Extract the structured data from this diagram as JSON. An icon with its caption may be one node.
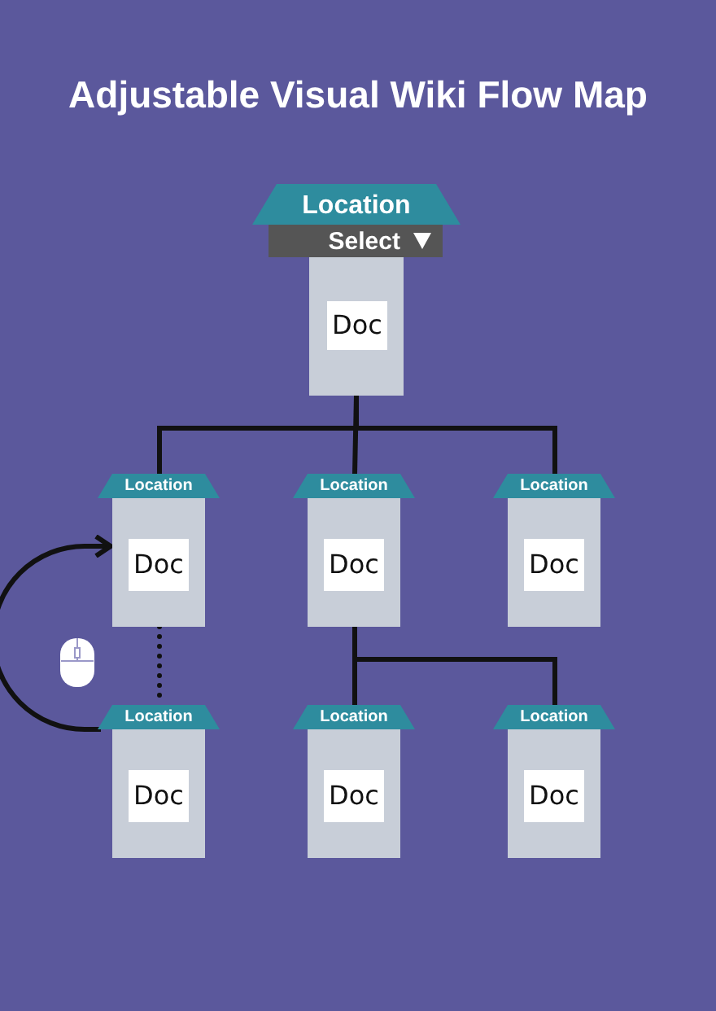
{
  "diagram": {
    "title": "Adjustable Visual Wiki Flow Map",
    "nodes": [
      {
        "text": [
          "Location",
          "Select",
          "Doc"
        ]
      },
      {
        "text": [
          "Location",
          "Doc"
        ]
      },
      {
        "text": [
          "Location",
          "Doc"
        ]
      },
      {
        "text": [
          "Location",
          "Doc"
        ]
      },
      {
        "text": [
          "Location",
          "Doc"
        ]
      },
      {
        "text": [
          "Location",
          "Doc"
        ]
      },
      {
        "text": [
          "Location",
          "Doc"
        ]
      }
    ],
    "edges": [
      {
        "from": 0,
        "to": 1,
        "arrow": "none"
      },
      {
        "from": 0,
        "to": 2,
        "arrow": "none"
      },
      {
        "from": 0,
        "to": 3,
        "arrow": "none"
      },
      {
        "from": 1,
        "to": 4,
        "arrow": "none",
        "style": "dashed"
      },
      {
        "from": 2,
        "to": 5,
        "arrow": "none"
      },
      {
        "from": 2,
        "to": 6,
        "arrow": "none"
      },
      {
        "from": 4,
        "to": 1,
        "arrow": "to"
      }
    ]
  }
}
